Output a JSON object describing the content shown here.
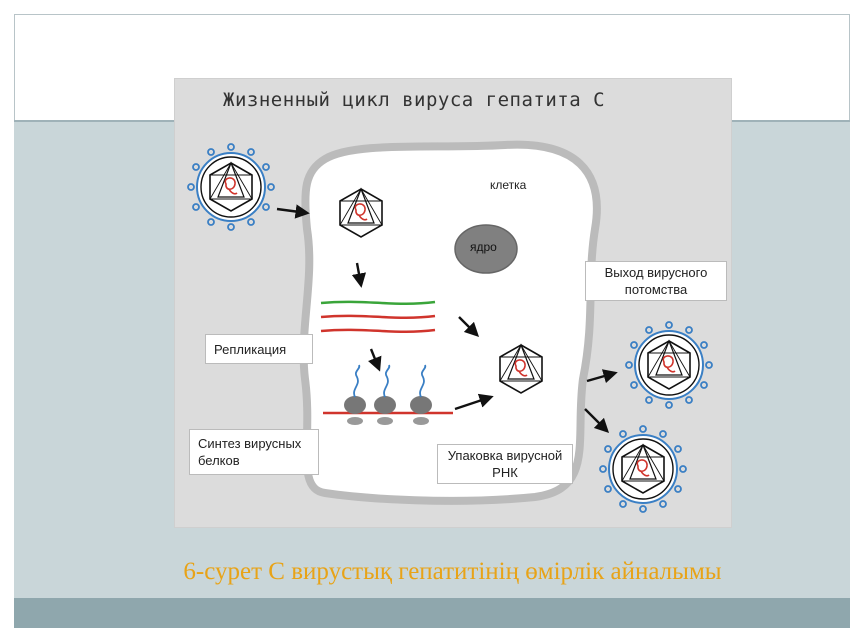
{
  "figure": {
    "title": "Жизненный цикл вируса гепатита С",
    "labels": {
      "cell": "клетка",
      "nucleus": "ядро",
      "release": "Выход вирусного потомства",
      "replication": "Репликация",
      "synthesis": "Синтез вирусных белков",
      "packaging": "Упаковка вирусной РНК"
    }
  },
  "caption": "6-сурет С вирустық гепатитінің өмірлік айналымы",
  "colors": {
    "caption": "#e8a317",
    "rna_green": "#3aa53a",
    "rna_red": "#d0342c",
    "virus_spikes": "#3a7fc4"
  }
}
